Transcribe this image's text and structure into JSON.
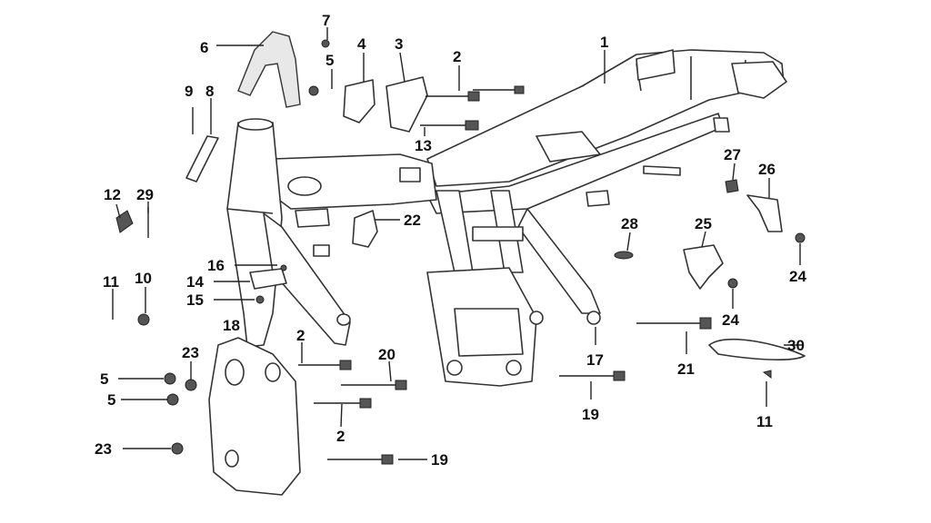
{
  "labels": {
    "l1": "1",
    "l2a": "2",
    "l2b": "2",
    "l2c": "2",
    "l3": "3",
    "l4": "4",
    "l5a": "5",
    "l5b": "5",
    "l5c": "5",
    "l6": "6",
    "l7": "7",
    "l8": "8",
    "l9": "9",
    "l10": "10",
    "l11a": "11",
    "l11b": "11",
    "l12": "12",
    "l13": "13",
    "l14": "14",
    "l15": "15",
    "l16": "16",
    "l17": "17",
    "l18": "18",
    "l19a": "19",
    "l19b": "19",
    "l20": "20",
    "l21": "21",
    "l22": "22",
    "l23a": "23",
    "l23b": "23",
    "l24a": "24",
    "l24b": "24",
    "l25": "25",
    "l26": "26",
    "l27": "27",
    "l28": "28",
    "l29": "29",
    "l30": "30"
  },
  "colors": {
    "line": "#333333",
    "background": "#ffffff"
  }
}
